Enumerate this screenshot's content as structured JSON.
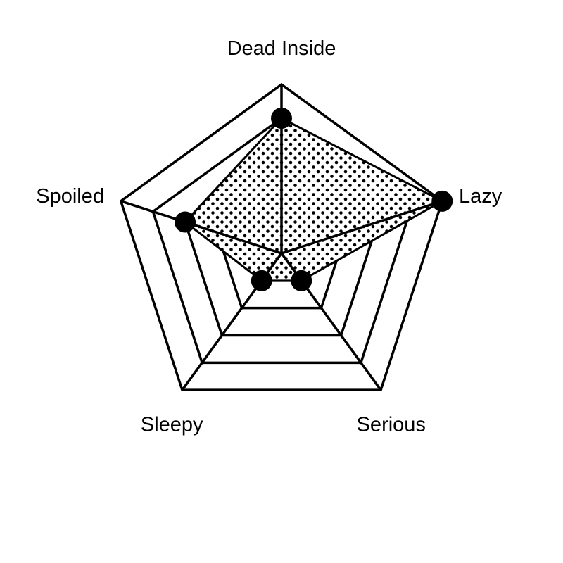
{
  "chart_data": {
    "type": "radar",
    "axes": [
      "Dead Inside",
      "Lazy",
      "Serious",
      "Sleepy",
      "Spoiled"
    ],
    "values": [
      4,
      5,
      1,
      1,
      3
    ],
    "max": 5,
    "grid_levels": 5,
    "title": "",
    "legend": "none",
    "fill_pattern": "dotted",
    "colors": {
      "line": "#000000",
      "marker": "#000000",
      "background": "#ffffff"
    }
  }
}
